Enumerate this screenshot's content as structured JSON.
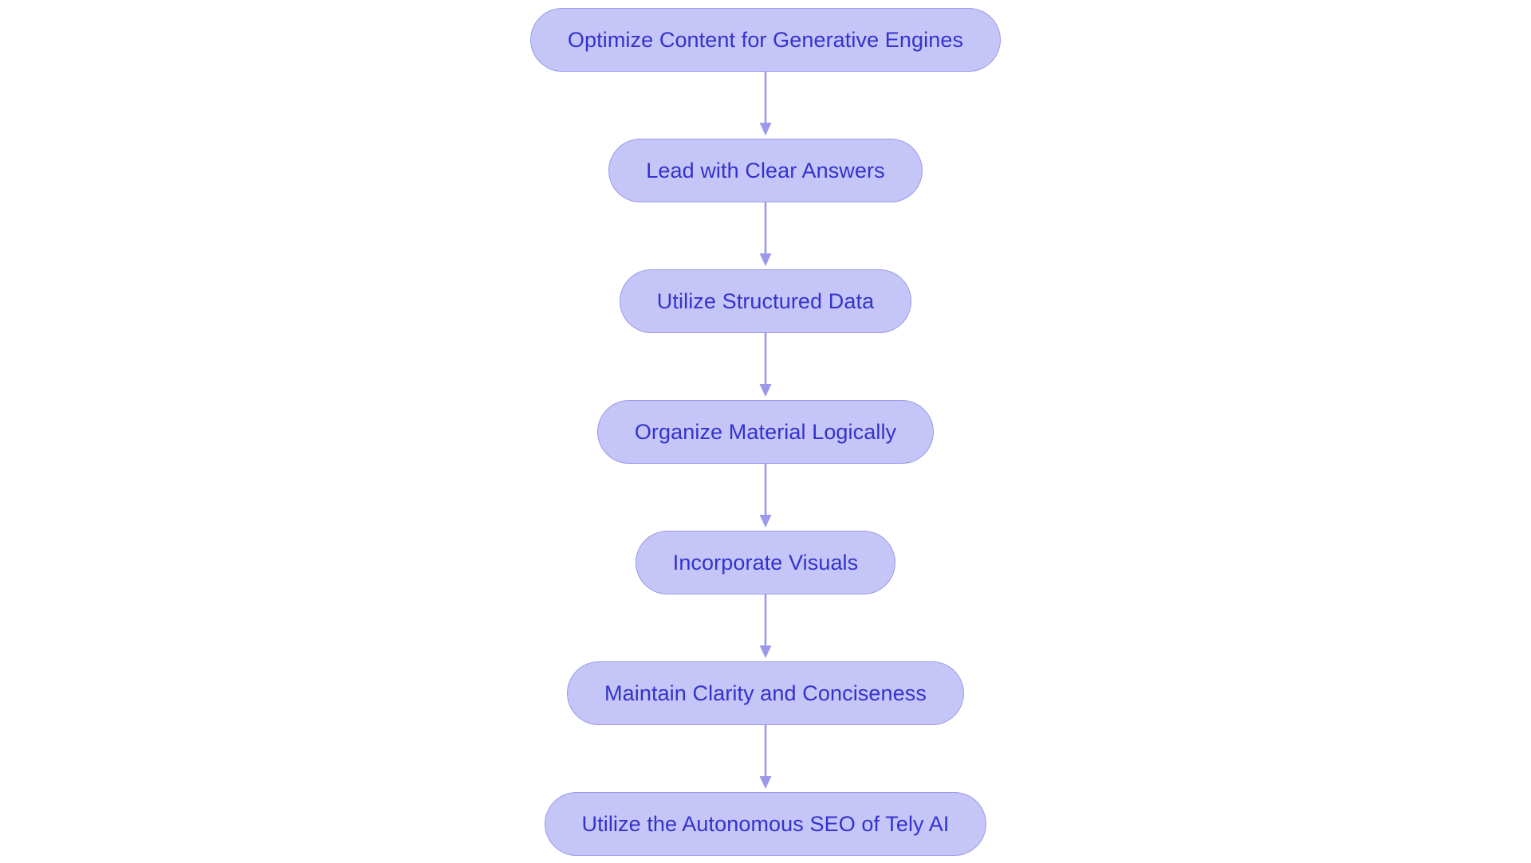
{
  "diagram": {
    "type": "flowchart",
    "orientation": "top-to-bottom",
    "background_color": "#ffffff",
    "node_fill_color": "#c5c5f7",
    "node_border_color": "#9a9aea",
    "node_text_color": "#3333cc",
    "arrow_color": "#9a9aea",
    "node_count": 7,
    "nodes": [
      {
        "id": "node-1",
        "label": "Optimize Content for Generative Engines"
      },
      {
        "id": "node-2",
        "label": "Lead with Clear Answers"
      },
      {
        "id": "node-3",
        "label": "Utilize Structured Data"
      },
      {
        "id": "node-4",
        "label": "Organize Material Logically"
      },
      {
        "id": "node-5",
        "label": "Incorporate Visuals"
      },
      {
        "id": "node-6",
        "label": "Maintain Clarity and Conciseness"
      },
      {
        "id": "node-7",
        "label": "Utilize the Autonomous SEO of Tely AI"
      }
    ],
    "connectors": [
      {
        "id": "edge-1",
        "from": "node-1",
        "to": "node-2",
        "label": ""
      },
      {
        "id": "edge-2",
        "from": "node-2",
        "to": "node-3",
        "label": ""
      },
      {
        "id": "edge-3",
        "from": "node-3",
        "to": "node-4",
        "label": ""
      },
      {
        "id": "edge-4",
        "from": "node-4",
        "to": "node-5",
        "label": ""
      },
      {
        "id": "edge-5",
        "from": "node-5",
        "to": "node-6",
        "label": ""
      },
      {
        "id": "edge-6",
        "from": "node-6",
        "to": "node-7",
        "label": ""
      }
    ]
  }
}
